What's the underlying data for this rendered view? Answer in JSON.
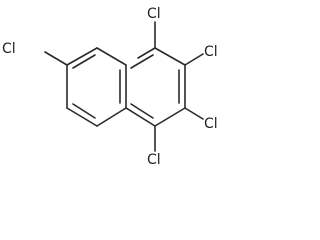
{
  "molecule": {
    "atoms": {
      "cl_c1_top": "Cl",
      "cl_c2_right": "Cl",
      "cl_c3_right": "Cl",
      "cl_c4_bottom": "Cl",
      "cl_c6_left": "Cl"
    }
  },
  "colors": {
    "bond": "#2a2a2a",
    "label": "#222222",
    "background": "#ffffff"
  }
}
